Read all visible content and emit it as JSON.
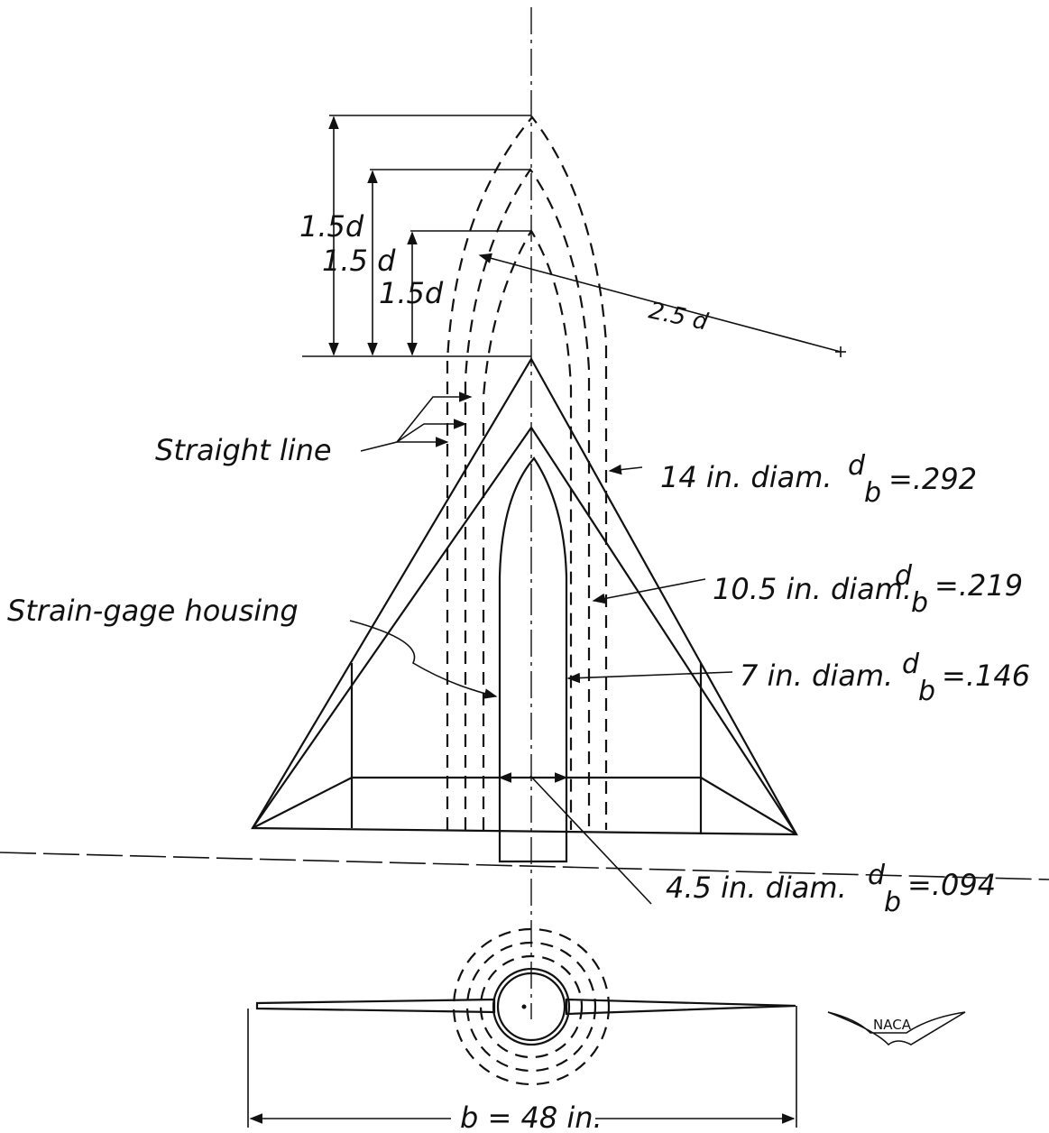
{
  "labels": {
    "dim_1_5d_outer": "1.5d",
    "dim_1_5d_middle": "1.5 d",
    "dim_1_5d_inner": "1.5d",
    "radius_2_5d": "2.5 d",
    "straight_line": "Straight line",
    "strain_gage_housing": "Strain-gage housing",
    "body_14": "14 in. diam.",
    "body_10_5": "10.5 in. diam.",
    "body_7": "7 in. diam.",
    "body_4_5": "4.5 in. diam.",
    "ratio_symbol_num": "d",
    "ratio_symbol_den": "b",
    "ratio_14": "=.292",
    "ratio_10_5": "=.219",
    "ratio_7": "=.146",
    "ratio_4_5": "=.094",
    "span": "b = 48 in."
  },
  "logo": {
    "text": "NACA"
  },
  "colors": {
    "ink": "#111111",
    "paper": "#ffffff"
  }
}
